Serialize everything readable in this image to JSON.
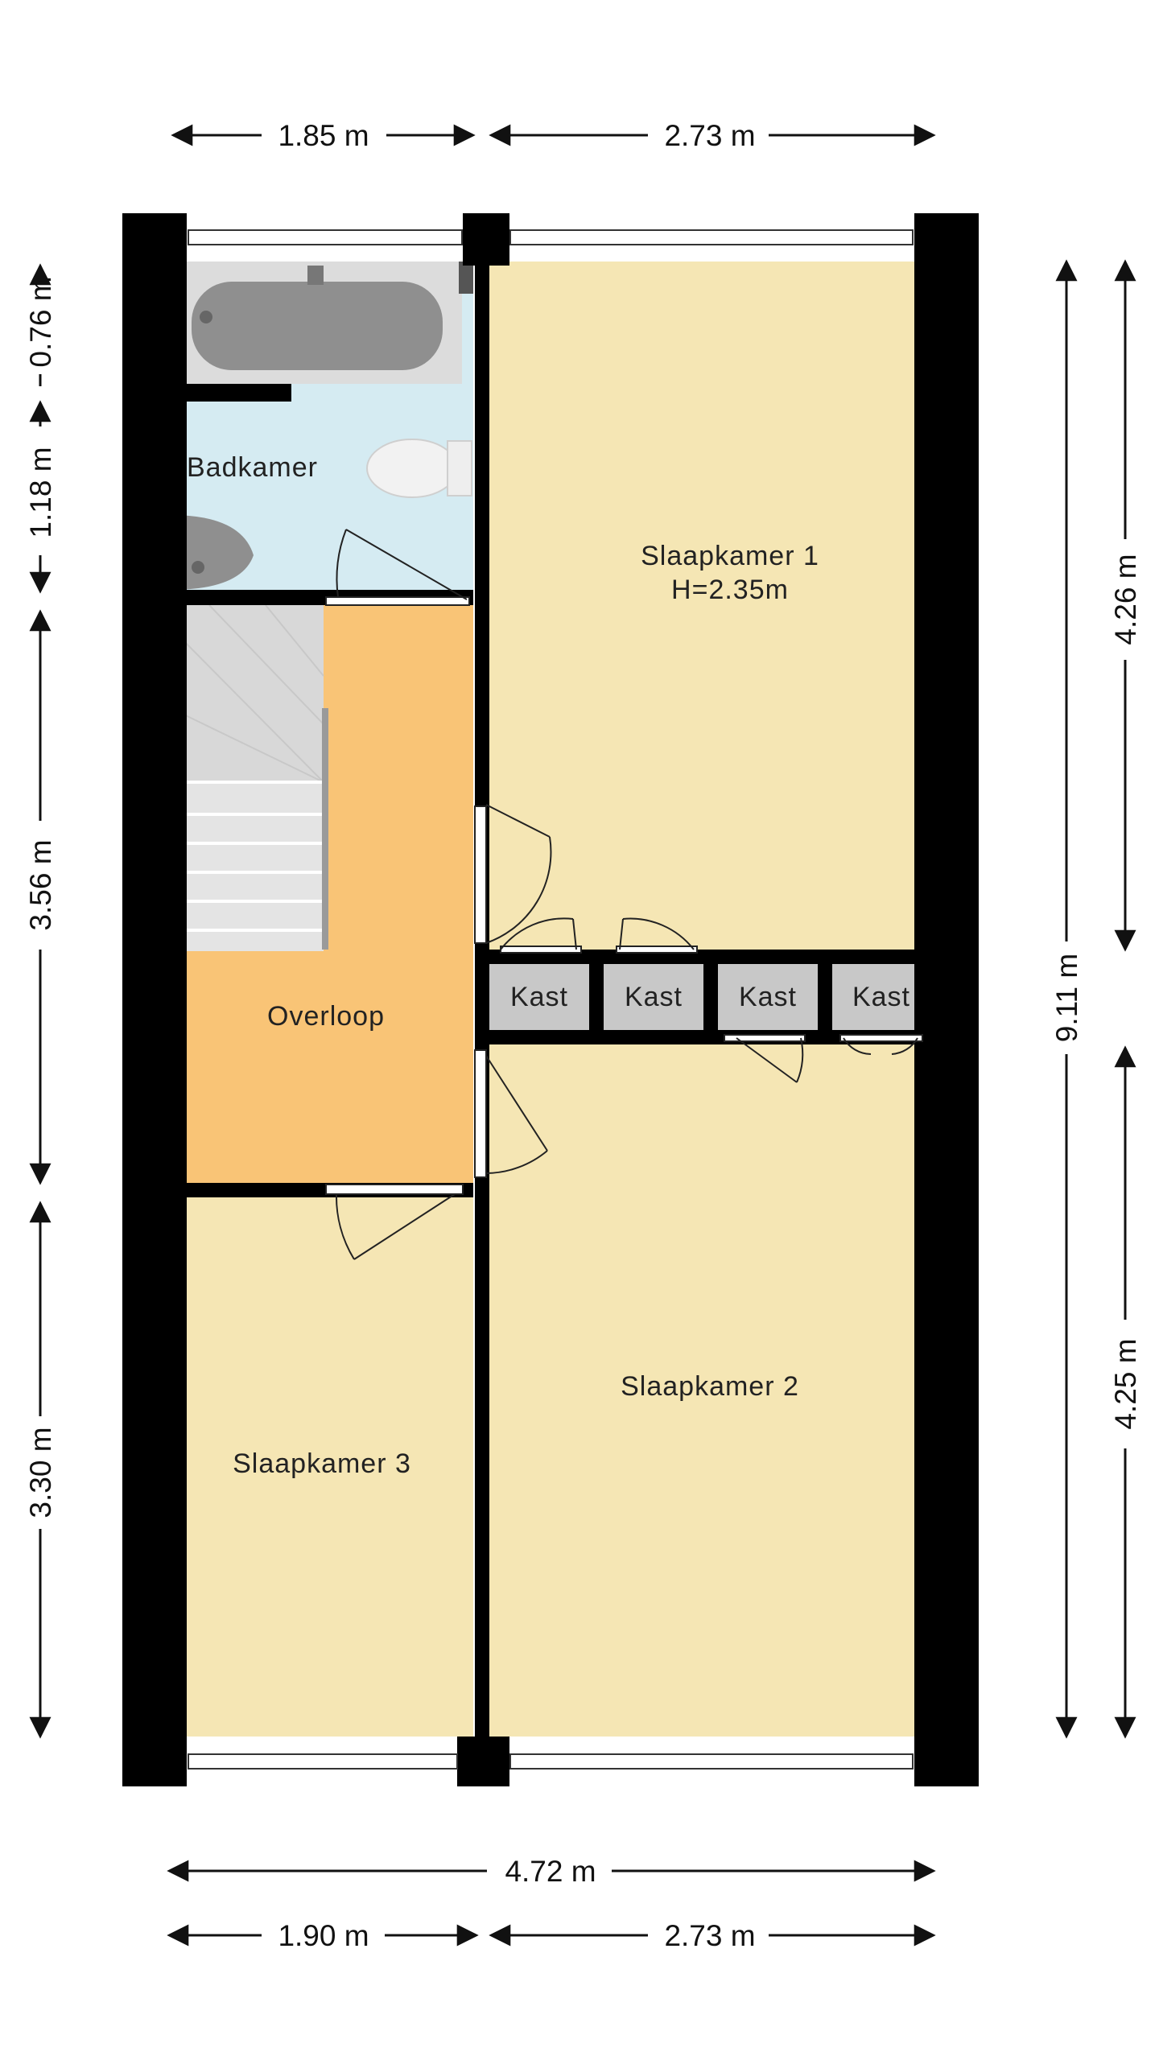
{
  "rooms": {
    "badkamer": "Badkamer",
    "slaapkamer1": "Slaapkamer 1",
    "slaapkamer1_height": "H=2.35m",
    "overloop": "Overloop",
    "slaapkamer2": "Slaapkamer 2",
    "slaapkamer3": "Slaapkamer  3",
    "kast": [
      "Kast",
      "Kast",
      "Kast",
      "Kast"
    ]
  },
  "dimensions": {
    "top_left": "1.85 m",
    "top_right": "2.73 m",
    "left_1": "0.76 m",
    "left_2": "1.18 m",
    "left_3": "3.56 m",
    "left_4": "3.30 m",
    "right_total": "9.11 m",
    "right_upper": "4.26 m",
    "right_lower": "4.25 m",
    "bottom_total": "4.72 m",
    "bottom_left": "1.90 m",
    "bottom_right": "2.73 m"
  },
  "colors": {
    "wall": "#000000",
    "bedroom": "#f5e6b4",
    "bathroom": "#d5ebf2",
    "landing": "#f9c476",
    "closet": "#c8c8c8",
    "stairs": "#e6e6e6"
  }
}
